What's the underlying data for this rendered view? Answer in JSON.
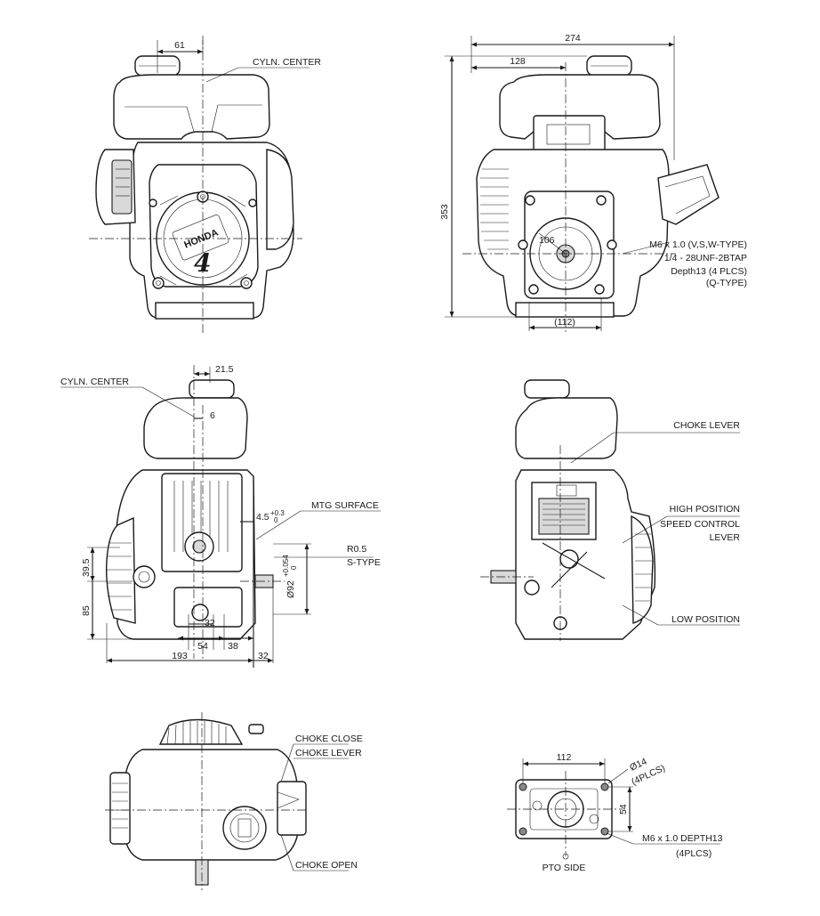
{
  "drawing": {
    "front_view": {
      "dim_offset": "61",
      "label_cyl_center": "CYLN. CENTER",
      "logo_brand": "HONDA"
    },
    "rear_view": {
      "dim_width": "274",
      "dim_half": "128",
      "dim_height": "353",
      "dim_circle": "106",
      "dim_bottom": "(112)",
      "note_lines": [
        "M6 x 1.0 (V,S,W-TYPE)",
        "1/4 - 28UNF-2BTAP",
        "Depth13 (4 PLCS)",
        "(Q-TYPE)"
      ]
    },
    "left_side_view": {
      "label_cyl_center": "CYLN. CENTER",
      "dim_top": "21.5",
      "dim_cyl": "6",
      "dim_mtg_main": "4.5",
      "dim_mtg_tol_upper": "+0.3",
      "dim_mtg_tol_lower": "0",
      "label_mtg_surface": "MTG SURFACE",
      "label_r05": "R0.5",
      "label_stype": "S-TYPE",
      "dim_shaft_dia": "Ø92",
      "dim_shaft_tol_upper": "+0.054",
      "dim_shaft_tol_lower": "0",
      "dim_395": "39.5",
      "dim_85": "85",
      "dim_32a": "32",
      "dim_54": "54",
      "dim_38": "38",
      "dim_193": "193",
      "dim_32b": "32"
    },
    "right_side_view": {
      "label_choke_lever": "CHOKE LEVER",
      "label_high_position": "HIGH POSITION",
      "label_speed_control_1": "SPEED CONTROL",
      "label_speed_control_2": "LEVER",
      "label_low_position": "LOW POSITION"
    },
    "top_view": {
      "label_choke_close": "CHOKE CLOSE",
      "label_choke_lever": "CHOKE LEVER",
      "label_choke_open": "CHOKE OPEN"
    },
    "base_view": {
      "dim_112": "112",
      "dim_54": "54",
      "label_dia14": "Ø14",
      "label_4plcs": "(4PLCS)",
      "label_m6": "M6 x 1.0 DEPTH13",
      "label_m6_plcs": "(4PLCS)",
      "label_pto": "PTO SIDE"
    }
  }
}
